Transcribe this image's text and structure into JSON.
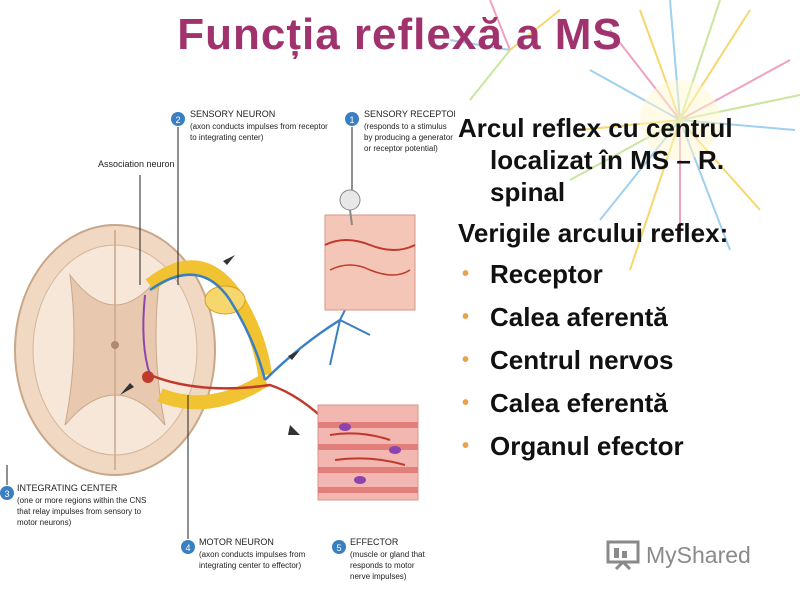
{
  "title": "Funcția reflexă a MS",
  "content": {
    "para1": "Arcul reflex cu centrul localizat în MS – R. spinal",
    "para2": "Verigile arcului reflex:",
    "bullets": [
      "Receptor",
      "Calea aferentă",
      "Centrul nervos",
      "Calea eferentă",
      "Organul efector"
    ]
  },
  "diagram": {
    "association_label": "Association neuron",
    "labels": [
      {
        "num": "1",
        "title": "SENSORY RECEPTOR",
        "desc": [
          "(responds to a stimulus",
          "by producing a generator",
          "or receptor potential)"
        ]
      },
      {
        "num": "2",
        "title": "SENSORY NEURON",
        "desc": [
          "(axon conducts impulses from receptor",
          "to integrating center)"
        ]
      },
      {
        "num": "3",
        "title": "INTEGRATING CENTER",
        "desc": [
          "(one or more regions within the CNS",
          "that relay impulses from sensory to",
          "motor neurons)"
        ]
      },
      {
        "num": "4",
        "title": "MOTOR NEURON",
        "desc": [
          "(axon conducts impulses from",
          "integrating center to effector)"
        ]
      },
      {
        "num": "5",
        "title": "EFFECTOR",
        "desc": [
          "(muscle or gland that",
          "responds to motor",
          "nerve impulses)"
        ]
      }
    ]
  },
  "logo": {
    "text": "MyShared"
  },
  "colors": {
    "title": "#a0326e",
    "bullet": "#e8a24a",
    "label_badge": "#3a7fc1"
  }
}
